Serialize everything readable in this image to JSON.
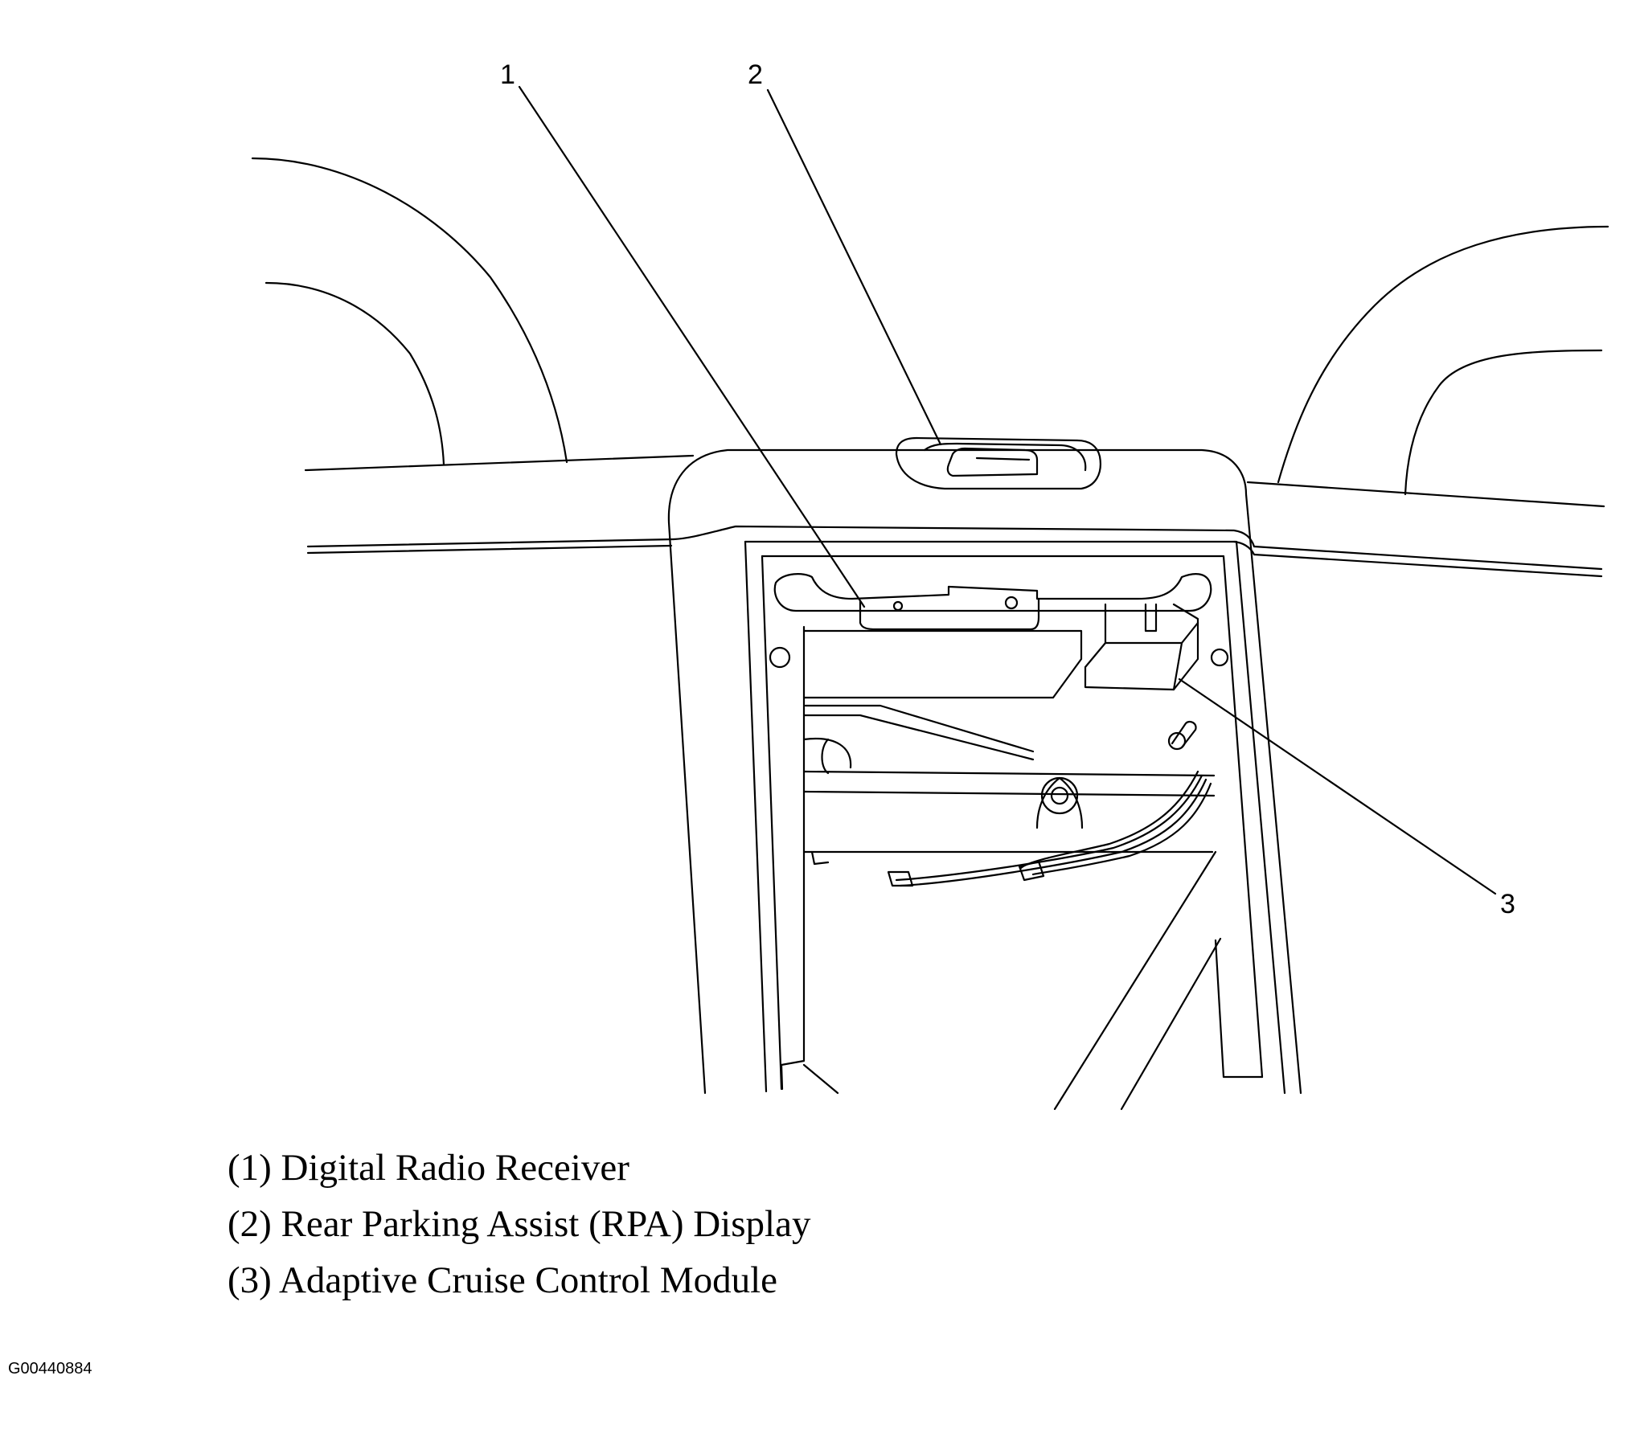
{
  "callouts": [
    {
      "number": "1",
      "part": "Digital Radio Receiver"
    },
    {
      "number": "2",
      "part": "Rear Parking Assist (RPA) Display"
    },
    {
      "number": "3",
      "part": "Adaptive Cruise Control Module"
    }
  ],
  "legend": [
    "(1) Digital Radio Receiver",
    "(2) Rear Parking Assist (RPA) Display",
    "(3) Adaptive Cruise Control Module"
  ],
  "figure_id": "G00440884",
  "colors": {
    "line": "#000000",
    "background": "#ffffff"
  }
}
